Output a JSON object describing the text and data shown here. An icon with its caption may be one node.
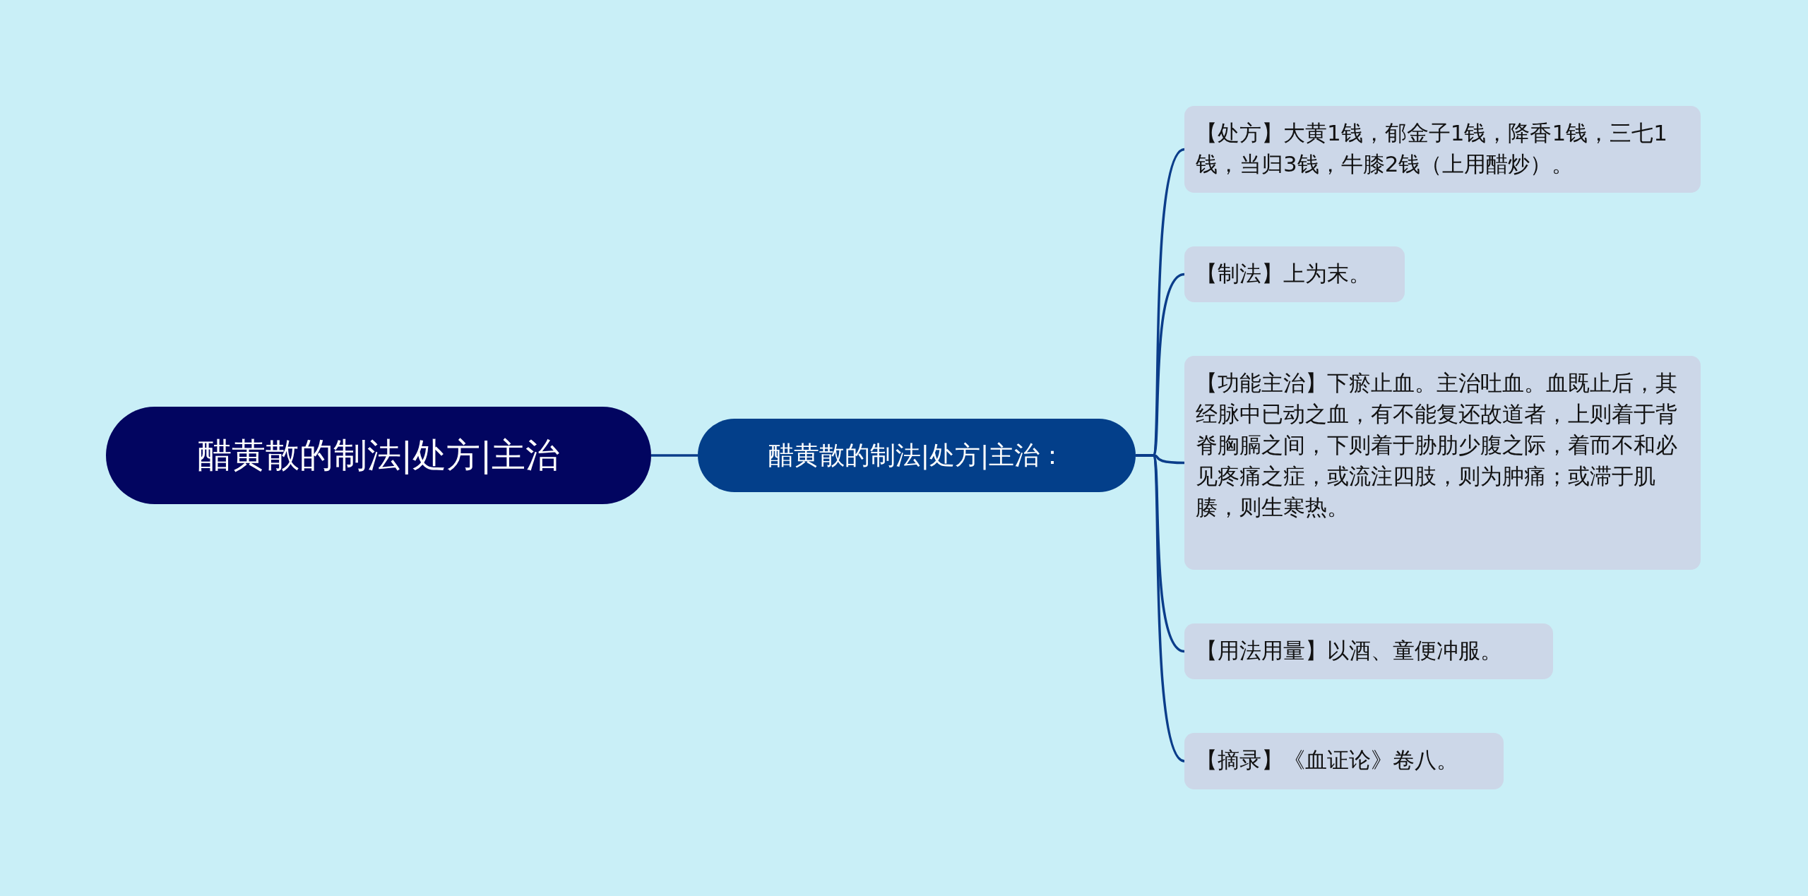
{
  "diagram": {
    "nodes": [
      {
        "text": [
          "醋黄散的制法|处方|主治"
        ]
      },
      {
        "text": [
          "醋黄散的制法|处方|主治："
        ]
      },
      {
        "text": [
          "【处方】大黄1钱，郁金子1钱，降香1钱，三七1钱，当归3钱，牛膝2钱（上用醋炒）。"
        ]
      },
      {
        "text": [
          "【制法】上为末。"
        ]
      },
      {
        "text": [
          "【功能主治】下瘀止血。主治吐血。血既止后，其经脉中已动之血，有不能复还故道者，上则着于背脊胸膈之间，下则着于胁肋少腹之际，着而不和必见疼痛之症，或流注四肢，则为肿痛；或滞于肌腠，则生寒热。"
        ]
      },
      {
        "text": [
          "【用法用量】以酒、童便冲服。"
        ]
      },
      {
        "text": [
          "【摘录】《血证论》卷八。"
        ]
      }
    ],
    "edges": [
      {
        "from": 0,
        "to": 1,
        "arrow": "none"
      },
      {
        "from": 1,
        "to": 2,
        "arrow": "none"
      },
      {
        "from": 1,
        "to": 3,
        "arrow": "none"
      },
      {
        "from": 1,
        "to": 4,
        "arrow": "none"
      },
      {
        "from": 1,
        "to": 5,
        "arrow": "none"
      },
      {
        "from": 1,
        "to": 6,
        "arrow": "none"
      }
    ]
  }
}
